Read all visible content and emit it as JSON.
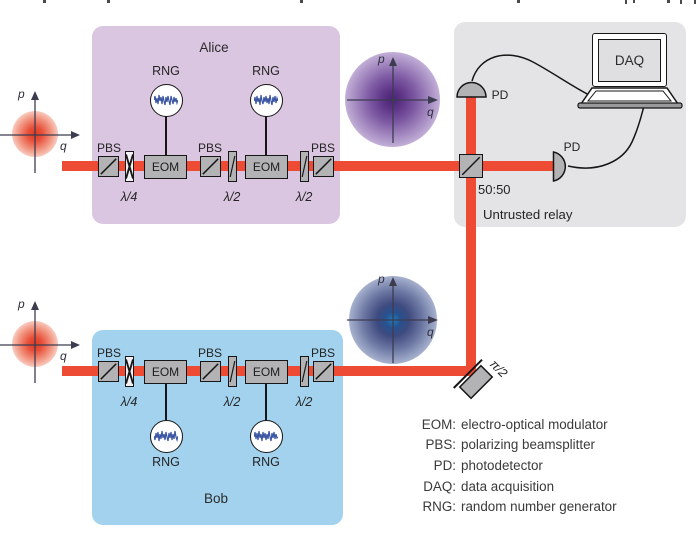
{
  "alice": {
    "title": "Alice"
  },
  "bob": {
    "title": "Bob"
  },
  "relay": {
    "title": "Untrusted relay",
    "splitter_ratio": "50:50",
    "pd_label": "PD",
    "daq_label": "DAQ"
  },
  "components": {
    "pbs": "PBS",
    "eom": "EOM",
    "rng": "RNG",
    "quarter_wave": "λ/4",
    "half_wave": "λ/2",
    "phase_shift": "π/2"
  },
  "phase_axes": {
    "momentum": "p",
    "position": "q"
  },
  "legend": {
    "items": [
      {
        "term": "EOM:",
        "definition": "electro-optical modulator"
      },
      {
        "term": "PBS:",
        "definition": "polarizing beamsplitter"
      },
      {
        "term": "PD:",
        "definition": "photodetector"
      },
      {
        "term": "DAQ:",
        "definition": "data acquisition"
      },
      {
        "term": "RNG:",
        "definition": "random number generator"
      }
    ]
  },
  "colors": {
    "beam_red": "#ee4b35",
    "alice_panel": "#dbc6e1",
    "bob_panel": "#a2d2ee",
    "relay_panel": "#e4e4e6",
    "component_gray": "#b3b3b6",
    "waveform_blue": "#3a55a3",
    "input_state_core": "#df3a1f",
    "alice_state_core": "#482575",
    "bob_state_core": "#1f78bb"
  }
}
